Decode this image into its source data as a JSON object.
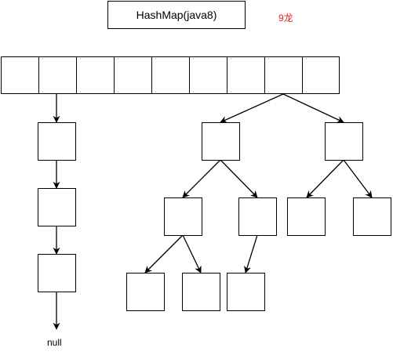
{
  "title": "HashMap(java8)",
  "author": "9龙",
  "null_label": "null",
  "colors": {
    "author": "#e02020",
    "stroke": "#000000",
    "fill": "#ffffff"
  }
}
